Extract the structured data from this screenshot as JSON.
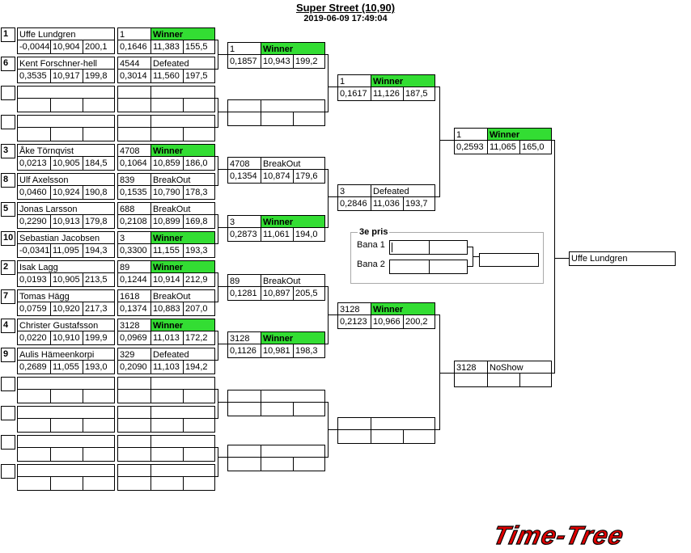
{
  "title": "Super Street (10,90)",
  "timestamp": "2019-06-09 17:49:04",
  "third_place": {
    "heading": "3e pris",
    "lane1_label": "Bana 1",
    "lane2_label": "Bana 2"
  },
  "champion": "Uffe Lundgren",
  "logo_text": "Time-Tree",
  "seeds": [
    "1",
    "6",
    "",
    "",
    "3",
    "8",
    "5",
    "10",
    "2",
    "7",
    "4",
    "9",
    "",
    "",
    "",
    ""
  ],
  "round1_names": [
    {
      "name": "Uffe Lundgren",
      "rt": "-0,0044",
      "et": "10,904",
      "mph": "200,1"
    },
    {
      "name": "Kent Forschner-hell",
      "rt": "0,3535",
      "et": "10,917",
      "mph": "199,8"
    },
    {
      "name": "",
      "rt": "",
      "et": "",
      "mph": ""
    },
    {
      "name": "",
      "rt": "",
      "et": "",
      "mph": ""
    },
    {
      "name": "Åke Törnqvist",
      "rt": "0,0213",
      "et": "10,905",
      "mph": "184,5"
    },
    {
      "name": "Ulf Axelsson",
      "rt": "0,0460",
      "et": "10,924",
      "mph": "190,8"
    },
    {
      "name": "Jonas Larsson",
      "rt": "0,2290",
      "et": "10,913",
      "mph": "179,8"
    },
    {
      "name": "Sebastian Jacobsen",
      "rt": "-0,0341",
      "et": "11,095",
      "mph": "194,3"
    },
    {
      "name": "Isak Lagg",
      "rt": "0,0193",
      "et": "10,905",
      "mph": "213,5"
    },
    {
      "name": "Tomas Hägg",
      "rt": "0,0759",
      "et": "10,920",
      "mph": "217,3"
    },
    {
      "name": "Christer Gustafsson",
      "rt": "0,0220",
      "et": "10,910",
      "mph": "199,9"
    },
    {
      "name": "Aulis  Hämeenkorpi",
      "rt": "0,2689",
      "et": "11,055",
      "mph": "193,0"
    },
    {
      "name": "",
      "rt": "",
      "et": "",
      "mph": ""
    },
    {
      "name": "",
      "rt": "",
      "et": "",
      "mph": ""
    },
    {
      "name": "",
      "rt": "",
      "et": "",
      "mph": ""
    },
    {
      "name": "",
      "rt": "",
      "et": "",
      "mph": ""
    }
  ],
  "round1_results": [
    {
      "num": "1",
      "status": "Winner",
      "win": true,
      "rt": "0,1646",
      "et": "11,383",
      "mph": "155,5"
    },
    {
      "num": "4544",
      "status": "Defeated",
      "win": false,
      "rt": "0,3014",
      "et": "11,560",
      "mph": "197,5"
    },
    {
      "num": "",
      "status": "",
      "win": false,
      "rt": "",
      "et": "",
      "mph": ""
    },
    {
      "num": "",
      "status": "",
      "win": false,
      "rt": "",
      "et": "",
      "mph": ""
    },
    {
      "num": "4708",
      "status": "Winner",
      "win": true,
      "rt": "0,1064",
      "et": "10,859",
      "mph": "186,0"
    },
    {
      "num": "839",
      "status": "BreakOut",
      "win": false,
      "rt": "0,1535",
      "et": "10,790",
      "mph": "178,3"
    },
    {
      "num": "688",
      "status": "BreakOut",
      "win": false,
      "rt": "0,2108",
      "et": "10,899",
      "mph": "169,8"
    },
    {
      "num": "3",
      "status": "Winner",
      "win": true,
      "rt": "0,3300",
      "et": "11,155",
      "mph": "193,3"
    },
    {
      "num": "89",
      "status": "Winner",
      "win": true,
      "rt": "0,1244",
      "et": "10,914",
      "mph": "212,9"
    },
    {
      "num": "1618",
      "status": "BreakOut",
      "win": false,
      "rt": "0,1374",
      "et": "10,883",
      "mph": "207,0"
    },
    {
      "num": "3128",
      "status": "Winner",
      "win": true,
      "rt": "0,0969",
      "et": "11,013",
      "mph": "172,2"
    },
    {
      "num": "329",
      "status": "Defeated",
      "win": false,
      "rt": "0,2090",
      "et": "11,103",
      "mph": "194,2"
    },
    {
      "num": "",
      "status": "",
      "win": false,
      "rt": "",
      "et": "",
      "mph": ""
    },
    {
      "num": "",
      "status": "",
      "win": false,
      "rt": "",
      "et": "",
      "mph": ""
    },
    {
      "num": "",
      "status": "",
      "win": false,
      "rt": "",
      "et": "",
      "mph": ""
    },
    {
      "num": "",
      "status": "",
      "win": false,
      "rt": "",
      "et": "",
      "mph": ""
    }
  ],
  "round2": [
    {
      "num": "1",
      "status": "Winner",
      "win": true,
      "rt": "0,1857",
      "et": "10,943",
      "mph": "199,2"
    },
    {
      "num": "",
      "status": "",
      "win": false,
      "rt": "",
      "et": "",
      "mph": ""
    },
    {
      "num": "4708",
      "status": "BreakOut",
      "win": false,
      "rt": "0,1354",
      "et": "10,874",
      "mph": "179,6"
    },
    {
      "num": "3",
      "status": "Winner",
      "win": true,
      "rt": "0,2873",
      "et": "11,061",
      "mph": "194,0"
    },
    {
      "num": "89",
      "status": "BreakOut",
      "win": false,
      "rt": "0,1281",
      "et": "10,897",
      "mph": "205,5"
    },
    {
      "num": "3128",
      "status": "Winner",
      "win": true,
      "rt": "0,1126",
      "et": "10,981",
      "mph": "198,3"
    },
    {
      "num": "",
      "status": "",
      "win": false,
      "rt": "",
      "et": "",
      "mph": ""
    },
    {
      "num": "",
      "status": "",
      "win": false,
      "rt": "",
      "et": "",
      "mph": ""
    }
  ],
  "round3": [
    {
      "num": "1",
      "status": "Winner",
      "win": true,
      "rt": "0,1617",
      "et": "11,126",
      "mph": "187,5"
    },
    {
      "num": "3",
      "status": "Defeated",
      "win": false,
      "rt": "0,2846",
      "et": "11,036",
      "mph": "193,7"
    },
    {
      "num": "3128",
      "status": "Winner",
      "win": true,
      "rt": "0,2123",
      "et": "10,966",
      "mph": "200,2"
    },
    {
      "num": "",
      "status": "",
      "win": false,
      "rt": "",
      "et": "",
      "mph": ""
    }
  ],
  "round4": [
    {
      "num": "1",
      "status": "Winner",
      "win": true,
      "rt": "0,2593",
      "et": "11,065",
      "mph": "165,0"
    },
    {
      "num": "3128",
      "status": "NoShow",
      "win": false,
      "rt": "",
      "et": "",
      "mph": ""
    }
  ]
}
